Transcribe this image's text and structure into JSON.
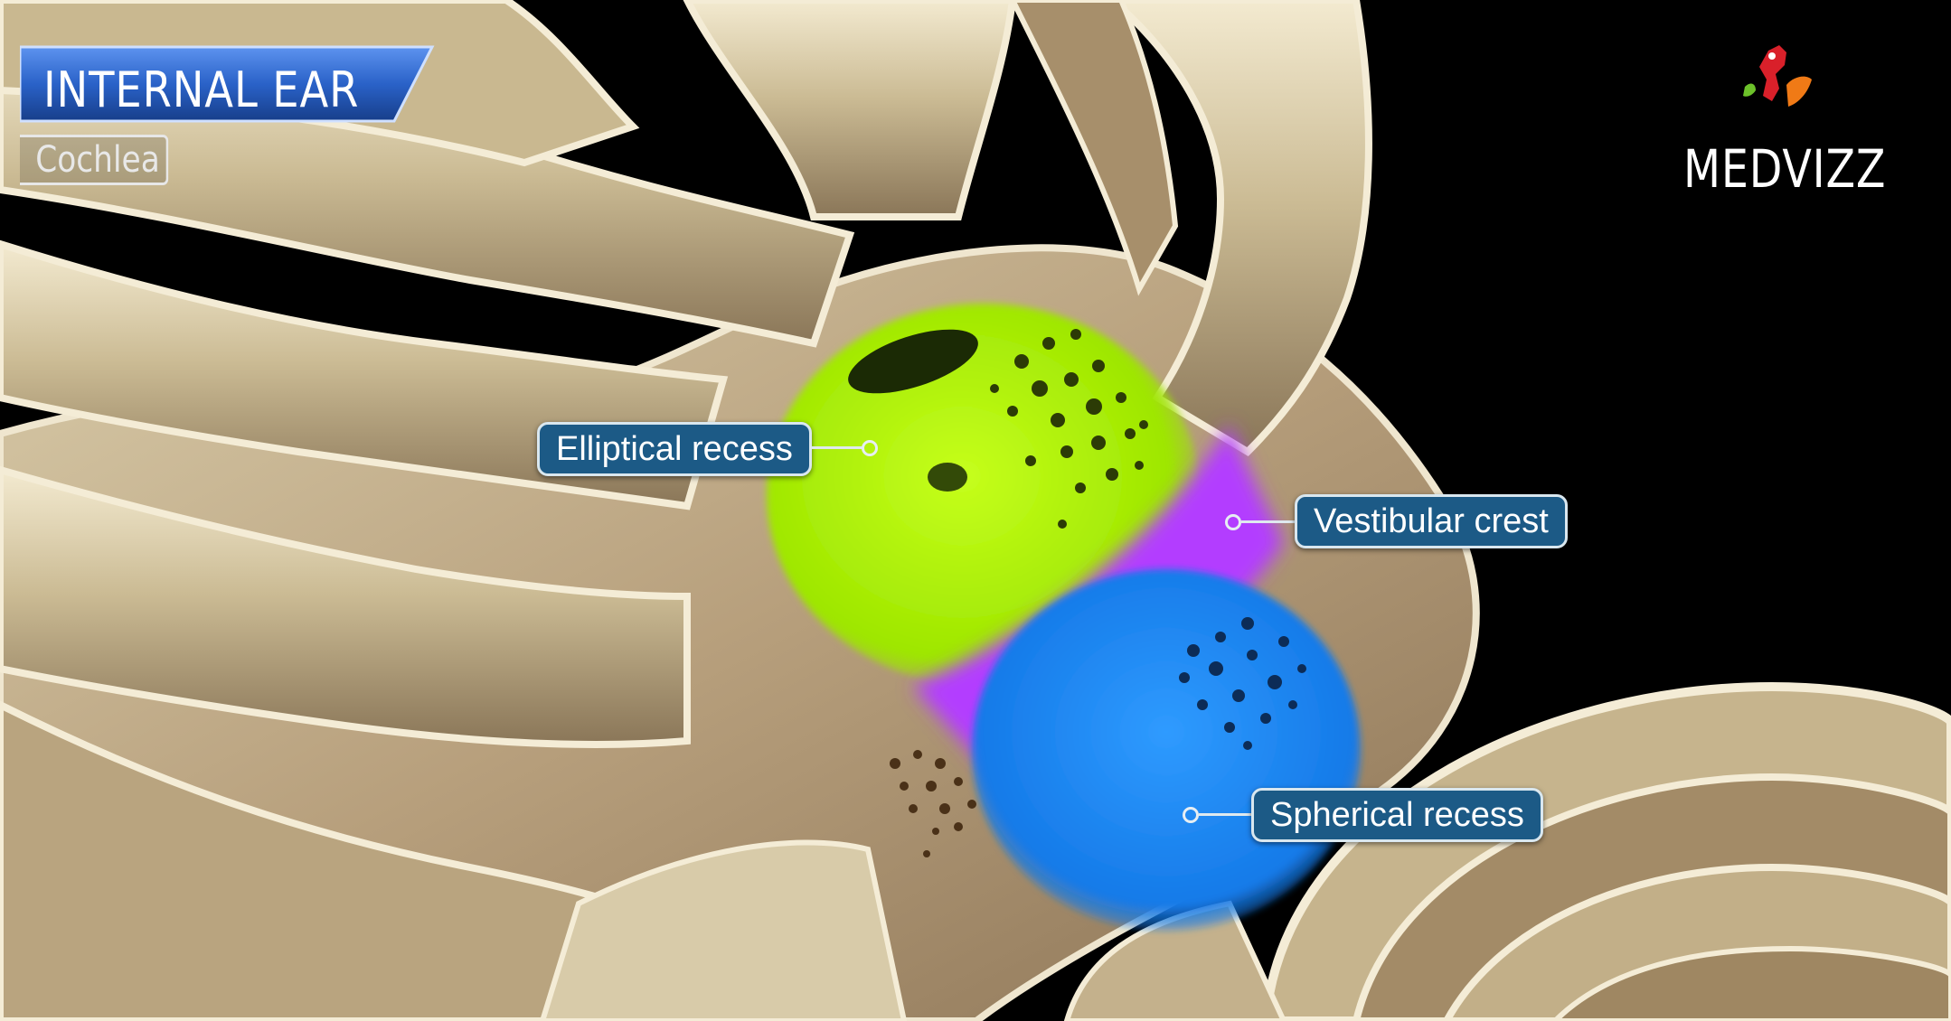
{
  "header": {
    "title": "INTERNAL EAR",
    "subtitle": "Cochlea"
  },
  "brand": {
    "name": "MEDVIZZ",
    "icon": "medvizz-logo-icon"
  },
  "annotations": {
    "elliptical_recess": "Elliptical recess",
    "vestibular_crest": "Vestibular crest",
    "spherical_recess": "Spherical recess"
  },
  "colors": {
    "background": "#000000",
    "bone": "#c8b896",
    "elliptical_recess": "#a8f000",
    "vestibular_crest": "#b63cff",
    "spherical_recess": "#1e88ff",
    "label_fill": "#1c5a86",
    "title_badge": "#2a62c8"
  }
}
